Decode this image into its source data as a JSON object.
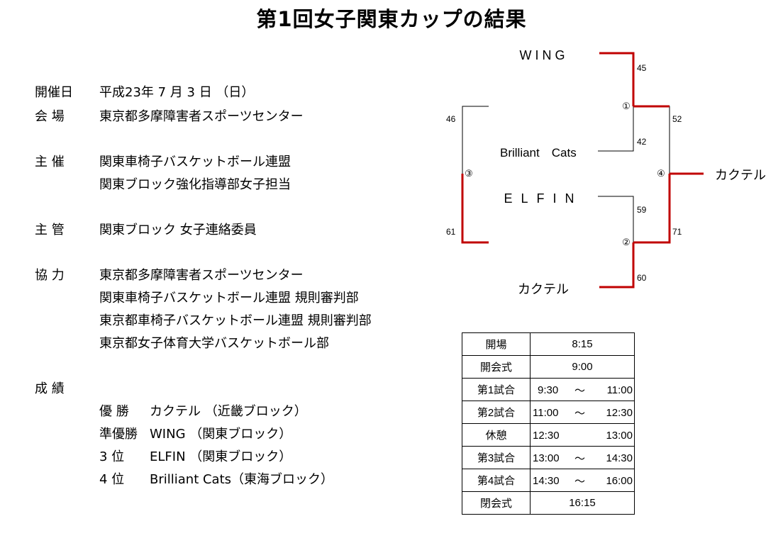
{
  "title": "第1回女子関東カップの結果",
  "info": {
    "date_label": "開催日",
    "date_value": "平成23年 7 月 3 日 （日）",
    "venue_label": "会 場",
    "venue_value": "東京都多摩障害者スポーツセンター",
    "host_label": "主 催",
    "host_values": [
      "関東車椅子バスケットボール連盟",
      "関東ブロック強化指導部女子担当"
    ],
    "manage_label": "主 管",
    "manage_value": "関東ブロック 女子連絡委員",
    "coop_label": "協 力",
    "coop_values": [
      "東京都多摩障害者スポーツセンター",
      "関東車椅子バスケットボール連盟 規則審判部",
      "東京都車椅子バスケットボール連盟 規則審判部",
      "東京都女子体育大学バスケットボール部"
    ],
    "results_label": "成 績",
    "results": [
      {
        "place": "優 勝",
        "team": "カクテル （近畿ブロック）"
      },
      {
        "place": "準優勝",
        "team": "WING （関東ブロック）"
      },
      {
        "place": "3 位",
        "team": "ELFIN （関東ブロック）"
      },
      {
        "place": "4 位",
        "team": "Brilliant Cats（東海ブロック）"
      }
    ]
  },
  "bracket": {
    "teams": {
      "wing": "WING",
      "brilliant_cats": "Brilliant　Cats",
      "elfin": "ELFIN",
      "cocktail_bottom": "カクテル",
      "cocktail_right": "カクテル"
    },
    "game_markers": [
      "①",
      "②",
      "③",
      "④"
    ],
    "scores": {
      "g1_wing": "45",
      "g1_cats": "42",
      "g2_elfin": "59",
      "g2_cocktail": "60",
      "g3_top": "46",
      "g3_bottom": "61",
      "g4_top": "52",
      "g4_bottom": "71"
    },
    "colors": {
      "winner_line": "#c00000",
      "loser_line": "#000000"
    }
  },
  "schedule": [
    {
      "label": "開場",
      "time": "8:15"
    },
    {
      "label": "開会式",
      "time": "9:00"
    },
    {
      "label": "第1試合",
      "start": "9:30",
      "sep": "～",
      "end": "11:00"
    },
    {
      "label": "第2試合",
      "start": "11:00",
      "sep": "～",
      "end": "12:30"
    },
    {
      "label": "休憩",
      "start": "12:30",
      "sep": "",
      "end": "13:00"
    },
    {
      "label": "第3試合",
      "start": "13:00",
      "sep": "～",
      "end": "14:30"
    },
    {
      "label": "第4試合",
      "start": "14:30",
      "sep": "～",
      "end": "16:00"
    },
    {
      "label": "閉会式",
      "time": "16:15"
    }
  ]
}
